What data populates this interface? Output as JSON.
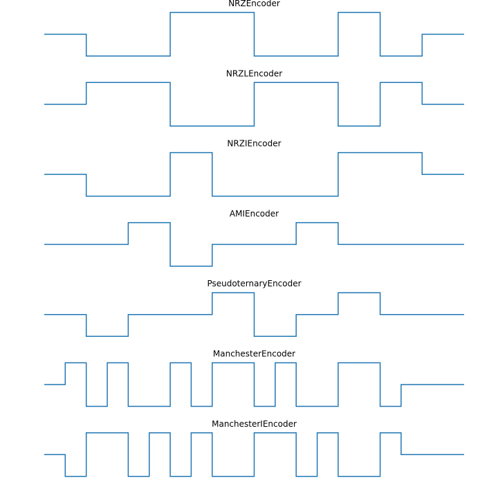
{
  "style": {
    "line_color": "#1f77b4",
    "background": "#ffffff"
  },
  "chart_data": [
    {
      "type": "line",
      "drawstyle": "steps-post",
      "title": "NRZEncoder",
      "x": [
        0,
        1,
        2,
        3,
        4,
        5,
        6,
        7,
        8,
        9,
        10
      ],
      "values": [
        0,
        -1,
        -1,
        1,
        1,
        -1,
        -1,
        1,
        -1,
        0,
        0
      ],
      "xlim": [
        0,
        10
      ],
      "ylim": [
        -1,
        1
      ],
      "axis": "off"
    },
    {
      "type": "line",
      "drawstyle": "steps-post",
      "title": "NRZLEncoder",
      "x": [
        0,
        1,
        2,
        3,
        4,
        5,
        6,
        7,
        8,
        9,
        10
      ],
      "values": [
        0,
        1,
        1,
        -1,
        -1,
        1,
        1,
        -1,
        1,
        0,
        0
      ],
      "xlim": [
        0,
        10
      ],
      "ylim": [
        -1,
        1
      ],
      "axis": "off"
    },
    {
      "type": "line",
      "drawstyle": "steps-post",
      "title": "NRZIEncoder",
      "x": [
        0,
        1,
        2,
        3,
        4,
        5,
        6,
        7,
        8,
        9,
        10
      ],
      "values": [
        0,
        -1,
        -1,
        1,
        -1,
        -1,
        -1,
        1,
        1,
        0,
        0
      ],
      "xlim": [
        0,
        10
      ],
      "ylim": [
        -1,
        1
      ],
      "axis": "off"
    },
    {
      "type": "line",
      "drawstyle": "steps-post",
      "title": "AMIEncoder",
      "x": [
        0,
        1,
        2,
        3,
        4,
        5,
        6,
        7,
        8,
        9,
        10
      ],
      "values": [
        0,
        0,
        1,
        -1,
        0,
        0,
        1,
        0,
        0,
        0,
        0
      ],
      "xlim": [
        0,
        10
      ],
      "ylim": [
        -1,
        1
      ],
      "axis": "off"
    },
    {
      "type": "line",
      "drawstyle": "steps-post",
      "title": "PseudoternaryEncoder",
      "x": [
        0,
        1,
        2,
        3,
        4,
        5,
        6,
        7,
        8,
        9,
        10
      ],
      "values": [
        0,
        -1,
        0,
        0,
        1,
        -1,
        0,
        1,
        0,
        0,
        0
      ],
      "xlim": [
        0,
        10
      ],
      "ylim": [
        -1,
        1
      ],
      "axis": "off"
    },
    {
      "type": "line",
      "drawstyle": "steps-post",
      "title": "ManchesterEncoder",
      "x": [
        0,
        0.5,
        1,
        1.5,
        2,
        2.5,
        3,
        3.5,
        4,
        4.5,
        5,
        5.5,
        6,
        6.5,
        7,
        7.5,
        8,
        8.5,
        9,
        9.5,
        10
      ],
      "values": [
        0,
        1,
        -1,
        1,
        -1,
        -1,
        1,
        -1,
        1,
        1,
        -1,
        1,
        -1,
        -1,
        1,
        1,
        -1,
        0,
        0,
        0,
        0
      ],
      "xlim": [
        0,
        10
      ],
      "ylim": [
        -1,
        1
      ],
      "axis": "off"
    },
    {
      "type": "line",
      "drawstyle": "steps-post",
      "title": "ManchesterIEncoder",
      "x": [
        0,
        0.5,
        1,
        1.5,
        2,
        2.5,
        3,
        3.5,
        4,
        4.5,
        5,
        5.5,
        6,
        6.5,
        7,
        7.5,
        8,
        8.5,
        9,
        9.5,
        10
      ],
      "values": [
        0,
        -1,
        1,
        1,
        -1,
        1,
        -1,
        1,
        -1,
        -1,
        1,
        1,
        -1,
        1,
        -1,
        -1,
        1,
        0,
        0,
        0,
        0
      ],
      "xlim": [
        0,
        10
      ],
      "ylim": [
        -1,
        1
      ],
      "axis": "off"
    }
  ]
}
